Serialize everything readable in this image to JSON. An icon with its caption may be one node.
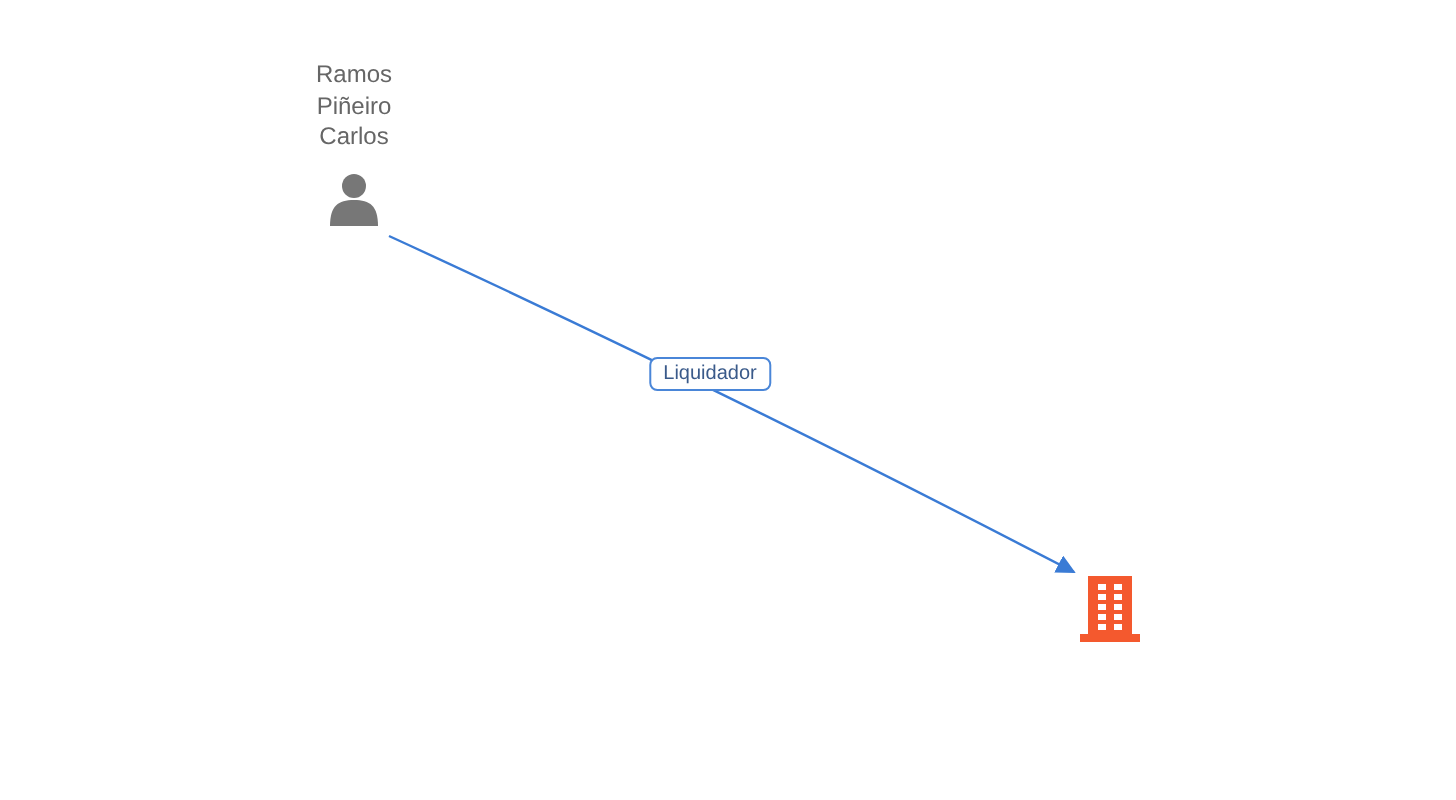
{
  "diagram": {
    "nodes": [
      {
        "text": [
          "Ramos Piñeiro Carlos"
        ]
      },
      {
        "text": [],
        "shape": "building"
      }
    ],
    "edges": [
      {
        "from": 0,
        "to": 1,
        "arrow": "to",
        "label": "Liquidador"
      }
    ]
  }
}
